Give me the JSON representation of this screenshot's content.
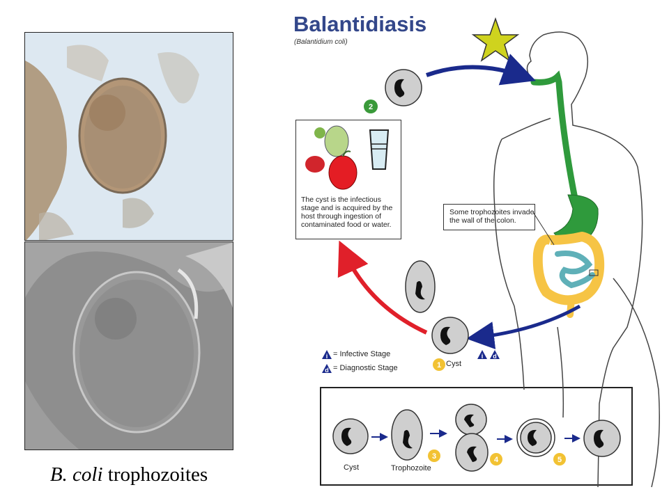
{
  "diagram": {
    "title": "Balantidiasis",
    "subtitle": "(Balantidium coli)",
    "ingestion_note": "The cyst is the infectious stage and is acquired by the host through ingestion of contaminated food or water.",
    "invasion_note": "Some trophozoites invade the wall of the colon.",
    "legend": {
      "infective_symbol": "i",
      "infective_label": "= Infective Stage",
      "diagnostic_symbol": "d",
      "diagnostic_label": "= Diagnostic Stage"
    },
    "stage_numbers": [
      "1",
      "2",
      "3",
      "4",
      "5"
    ],
    "stage1_label": "Cyst",
    "bottom_panel": {
      "cyst_label": "Cyst",
      "trophozoite_label": "Trophozoite"
    }
  },
  "caption": {
    "species": "B. coli",
    "text": " trophozoites"
  },
  "colors": {
    "title": "#33478a",
    "arrow_blue": "#1a2a8c",
    "arrow_red": "#e0202a",
    "gut_green": "#2f9a3c",
    "colon_yellow": "#f6c445",
    "small_intestine": "#5fb0b8",
    "star": "#cfd31e",
    "stage_number_green": "#3a9a3a",
    "stage_number_yellow": "#f2c233",
    "legend_triangle": "#1a2a8c"
  }
}
